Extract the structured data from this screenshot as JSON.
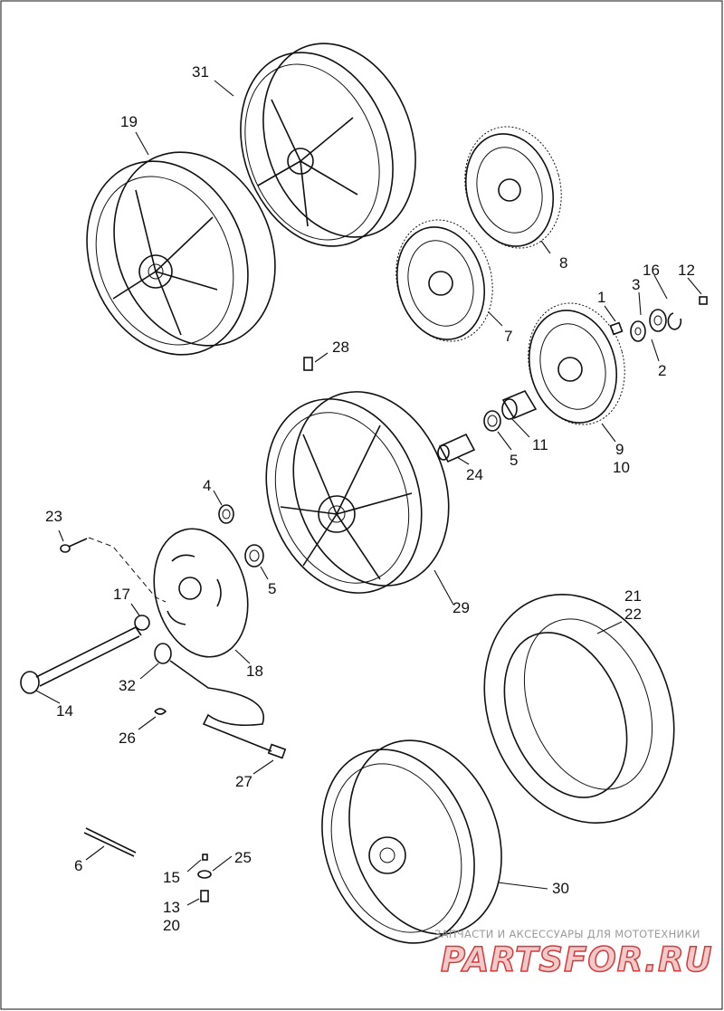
{
  "callouts": {
    "c1": "1",
    "c2": "2",
    "c3": "3",
    "c4": "4",
    "c5a": "5",
    "c5b": "5",
    "c6": "6",
    "c7": "7",
    "c8": "8",
    "c9": "9",
    "c10": "10",
    "c11": "11",
    "c12": "12",
    "c13": "13",
    "c14": "14",
    "c15": "15",
    "c16": "16",
    "c17": "17",
    "c18": "18",
    "c19": "19",
    "c20": "20",
    "c21": "21",
    "c22": "22",
    "c23": "23",
    "c24": "24",
    "c25": "25",
    "c26": "26",
    "c27": "27",
    "c28": "28",
    "c29": "29",
    "c30": "30",
    "c31": "31",
    "c32": "32"
  },
  "watermark": {
    "tagline": "ЗАПЧАСТИ И АКСЕССУАРЫ ДЛЯ МОТОТЕХНИКИ",
    "brand": "PARTSFOR.RU"
  },
  "colors": {
    "line": "#111111",
    "watermark_red": "#d23b3b"
  }
}
